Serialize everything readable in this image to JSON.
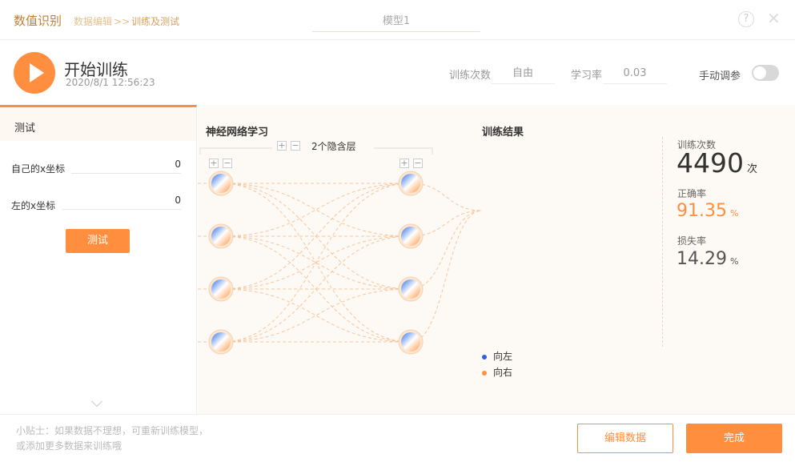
{
  "header": {
    "app_title": "数值识别",
    "breadcrumb": {
      "item1": "数据编辑",
      "sep": ">>",
      "item2": "训练及测试"
    },
    "model_name": "模型1",
    "help_glyph": "?",
    "close_glyph": "✕"
  },
  "train": {
    "start_label": "开始训练",
    "timestamp": "2020/8/1 12:56:23",
    "epochs_label": "训练次数",
    "epochs_value": "自由",
    "lr_label": "学习率",
    "lr_value": "0.03",
    "manual_label": "手动调参",
    "manual_enabled": false
  },
  "test_panel": {
    "tab_label": "测试",
    "field1_label": "自己的x坐标",
    "field1_value": "0",
    "field2_label": "左的x坐标",
    "field2_value": "0",
    "test_button": "测试"
  },
  "network": {
    "title": "神经网络学习",
    "hidden_layers_label": "2个隐含层",
    "plus": "+",
    "minus": "−",
    "layer_sizes": [
      4,
      4
    ]
  },
  "results": {
    "title": "训练结果",
    "legend": [
      {
        "label": "向左",
        "color": "#2f5fe0"
      },
      {
        "label": "向右",
        "color": "#ff8f3f"
      }
    ]
  },
  "stats": {
    "epochs_label": "训练次数",
    "epochs_value": "4490",
    "epochs_unit": "次",
    "accuracy_label": "正确率",
    "accuracy_value": "91.35",
    "accuracy_unit": "%",
    "loss_label": "损失率",
    "loss_value": "14.29",
    "loss_unit": "%"
  },
  "footer": {
    "tip_line1": "小贴士：如果数据不理想，可重新训练模型，",
    "tip_line2": "或添加更多数据来训练哦",
    "edit_button": "编辑数据",
    "done_button": "完成"
  },
  "colors": {
    "accent": "#ff8f3f",
    "left_class": "#2f5fe0"
  }
}
